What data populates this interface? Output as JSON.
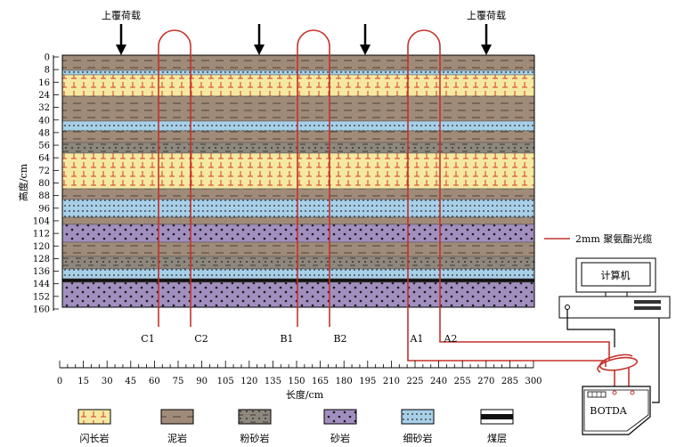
{
  "load_label": "上覆荷载",
  "y_axis": {
    "title": "高度/cm",
    "ticks": [
      "0",
      "8",
      "16",
      "24",
      "32",
      "40",
      "48",
      "56",
      "64",
      "72",
      "80",
      "88",
      "96",
      "104",
      "112",
      "120",
      "128",
      "136",
      "144",
      "152",
      "160"
    ]
  },
  "x_axis": {
    "title": "长度/cm",
    "ticks": [
      "0",
      "15",
      "30",
      "45",
      "60",
      "75",
      "90",
      "105",
      "120",
      "135",
      "150",
      "165",
      "180",
      "195",
      "210",
      "225",
      "240",
      "255",
      "270",
      "285",
      "300"
    ]
  },
  "fiber_labels": {
    "c1": "C1",
    "c2": "C2",
    "b1": "B1",
    "b2": "B2",
    "a1": "A1",
    "a2": "A2"
  },
  "fiber_legend": "2mm 聚氨酯光缆",
  "computer_label": "计算机",
  "botda_label": "BOTDA",
  "legend": {
    "granite": "闪长岩",
    "mudstone": "泥岩",
    "siltstone": "粉砂岩",
    "sandstone": "砂岩",
    "finesand": "细砂岩",
    "coal": "煤层"
  },
  "colors": {
    "mud": "#a08b79",
    "yellow": "#f5e9a1",
    "yellow_mark": "#d23a2b",
    "silt": "#8e877d",
    "blue": "#a8cfe8",
    "purple": "#a18fbf",
    "coal": "#111111",
    "fiber": "#c4332b"
  }
}
